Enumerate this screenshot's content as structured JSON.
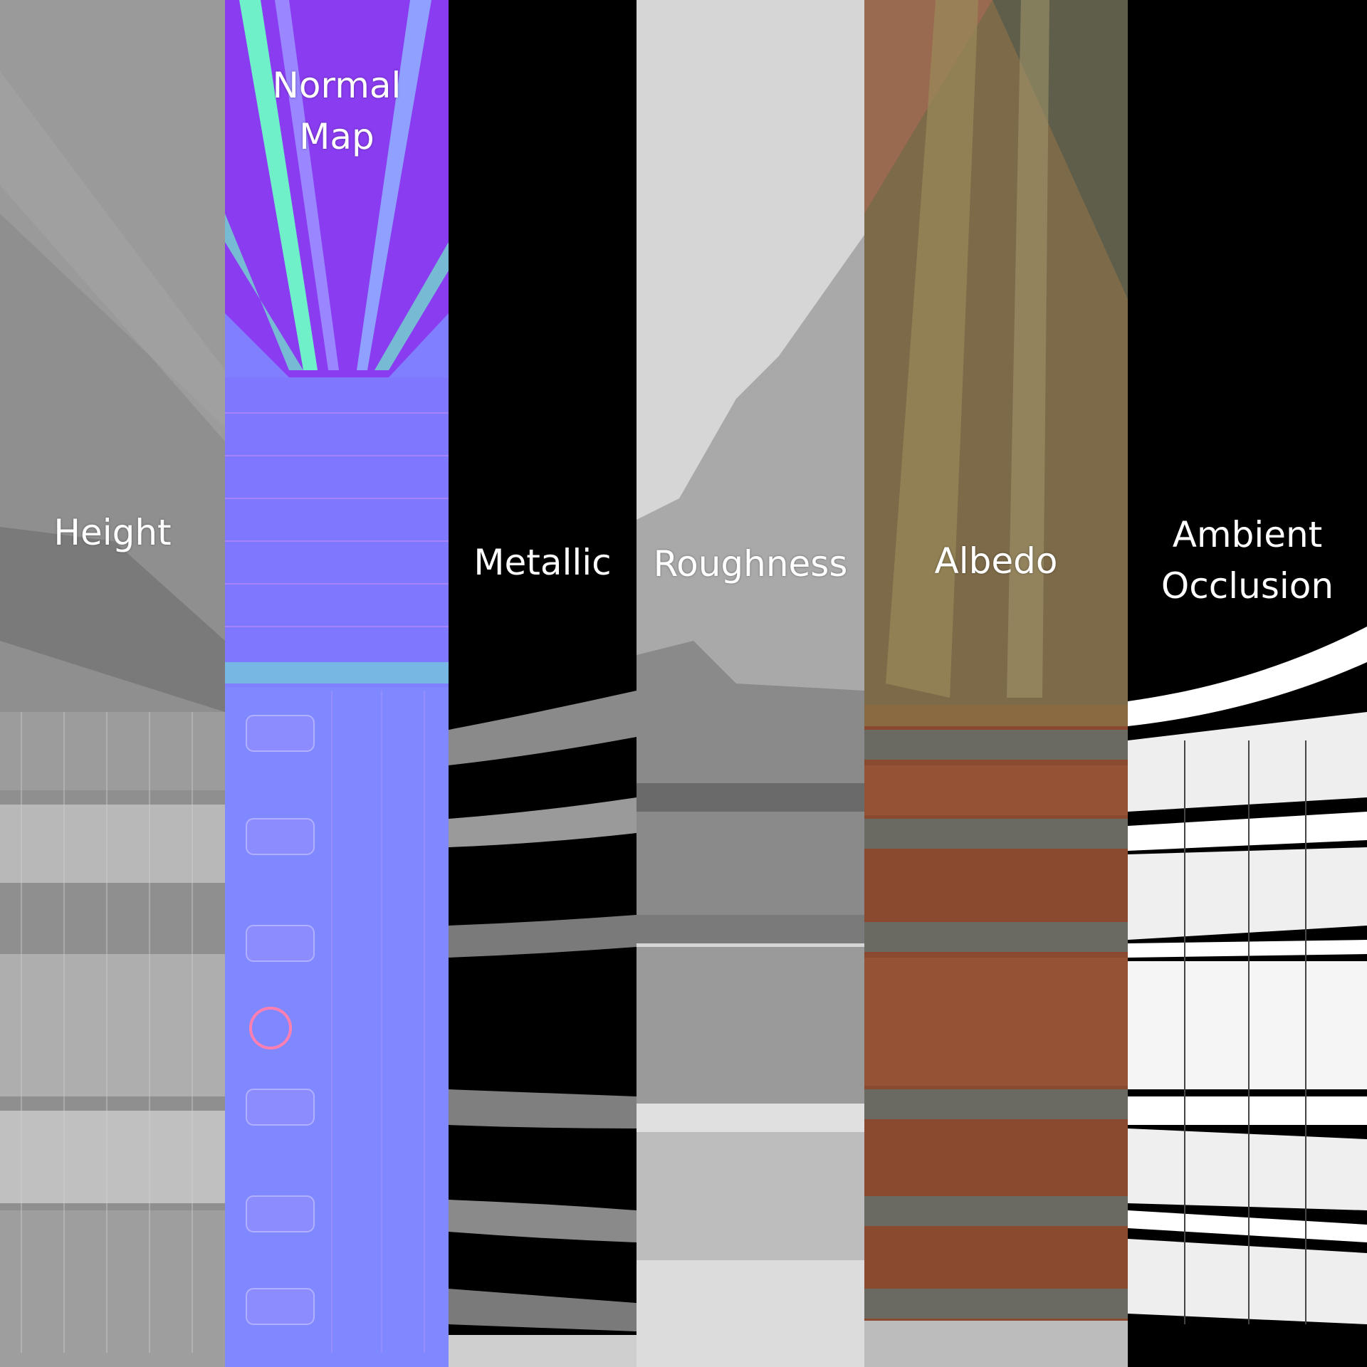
{
  "panels": [
    {
      "id": "height",
      "label": "Height"
    },
    {
      "id": "normal",
      "label": "Normal\nMap"
    },
    {
      "id": "metallic",
      "label": "Metallic"
    },
    {
      "id": "roughness",
      "label": "Roughness"
    },
    {
      "id": "albedo",
      "label": "Albedo"
    },
    {
      "id": "ao",
      "label": "Ambient\nOcclusion"
    }
  ],
  "colors": {
    "height_base": "#8f8f8f",
    "normal_base": "#7f7fff",
    "normal_accent": "#8a3cf0",
    "normal_cyan": "#6ff0c8",
    "metallic_base": "#000000",
    "roughness_base": "#d6d6d6",
    "albedo_top": "#7d6a49",
    "albedo_wood": "#8a4a30",
    "ao_base": "#000000",
    "label_text": "#ffffff"
  }
}
